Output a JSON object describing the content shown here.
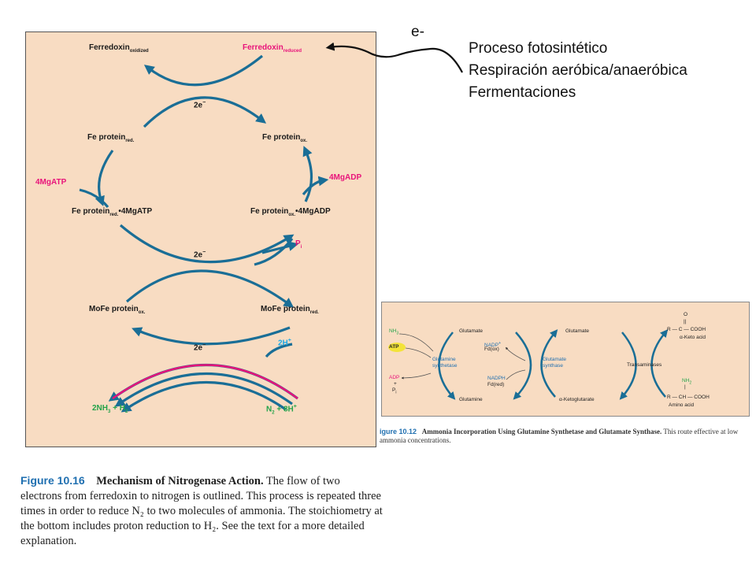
{
  "figure_1016": {
    "labels": {
      "ferredoxin_ox": "Ferredoxin",
      "ferredoxin_ox_sub": "oxidized",
      "ferredoxin_red": "Ferredoxin",
      "ferredoxin_red_sub": "reduced",
      "two_e_top": "2e",
      "fe_protein_red": "Fe protein",
      "fe_protein_red_sub": "red.",
      "fe_protein_ox": "Fe protein",
      "fe_protein_ox_sub": "ox.",
      "mgatp": "4MgATP",
      "mgadp": "4MgADP",
      "fe_red_mgatp": "Fe protein",
      "fe_red_mgatp_sub": "red.",
      "fe_red_mgatp_tail": "•4MgATP",
      "fe_ox_mgadp": "Fe protein",
      "fe_ox_mgadp_sub": "ox.",
      "fe_ox_mgadp_tail": "•4MgADP",
      "pi": "P",
      "pi_sub": "i",
      "two_e_mid": "2e",
      "mofe_ox": "MoFe protein",
      "mofe_ox_sub": "ox.",
      "mofe_red": "MoFe protein",
      "mofe_red_sub": "red.",
      "two_h": "2H",
      "two_e_bot": "2e",
      "nh3": "2NH",
      "nh3_sub": "3",
      "nh3_tail": " + H",
      "nh3_tail_sub": "2",
      "n2": "N",
      "n2_sub": "2",
      "n2_tail": " + 8H",
      "minus": "−",
      "plus": "+"
    },
    "caption": {
      "number": "Figure 10.16",
      "title": "Mechanism of Nitrogenase Action.",
      "text": "The flow of two electrons from ferredoxin to nitrogen is outlined. This process is repeated three times in order to reduce N₂ to two molecules of ammonia. The stoichiometry at the bottom includes proton reduction to H₂. See the text for a more detailed explanation."
    }
  },
  "figure_1012": {
    "labels": {
      "nh3": "NH",
      "nh3_sub": "3",
      "atp": "ATP",
      "adp": "ADP",
      "plus": "+",
      "pi": "P",
      "pi_sub": "i",
      "glutamate1": "Glutamate",
      "glutamine": "Glutamine",
      "gs_1": "Glutamine",
      "gs_2": "synthetase",
      "nadp": "NADP",
      "nadp_sup": "+",
      "fdox": "Fd(ox)",
      "nadph": "NADPH",
      "fdred": "Fd(red)",
      "gls_1": "Glutamate",
      "gls_2": "synthase",
      "glutamate2": "Glutamate",
      "aketoglutarate": "α-Ketoglutarate",
      "transaminases": "Transaminases",
      "o": "O",
      "dbl": "||",
      "r_c_cooh": "R — C — COOH",
      "aketo_acid": "α-Keto acid",
      "nh2": "NH",
      "nh2_sub": "2",
      "bar": "|",
      "r_ch_cooh": "R — CH — COOH",
      "amino_acid": "Amino acid"
    },
    "caption": {
      "number": "igure 10.12",
      "title": "Ammonia Incorporation Using Glutamine Synthetase and Glutamate Synthase.",
      "text": "This route effective at low ammonia concentrations."
    }
  },
  "annotation": {
    "electron": "e-",
    "lines": [
      "Proceso fotosintético",
      "Respiración aeróbica/anaeróbica",
      "Fermentaciones"
    ]
  },
  "colors": {
    "arrow_blue": "#1a6e96",
    "magenta": "#e8137a",
    "cyan": "#19a9e8",
    "green": "#24a34a",
    "panel_bg": "#f8dcc2",
    "atp_highlight": "#f3e33a"
  }
}
